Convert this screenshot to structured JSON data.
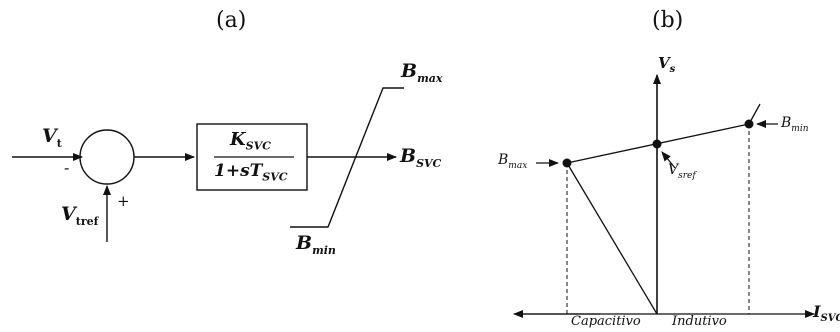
{
  "panels": {
    "a_label": "(a)",
    "b_label": "(b)"
  },
  "block_diagram": {
    "input_signal": "V",
    "input_signal_sub": "t",
    "reference_signal": "V",
    "reference_signal_sub": "tref",
    "minus_sign": "-",
    "plus_sign": "+",
    "transfer_numerator": "K",
    "transfer_numerator_sub": "SVC",
    "transfer_denominator_prefix": "1+sT",
    "transfer_denominator_sub": "SVC",
    "output_signal": "B",
    "output_signal_sub": "SVC",
    "limiter_max": "B",
    "limiter_max_sub": "max",
    "limiter_min": "B",
    "limiter_min_sub": "min"
  },
  "characteristic": {
    "y_axis": "V",
    "y_axis_sub": "s",
    "x_axis": "I",
    "x_axis_sub": "SVC",
    "bmax_label": "B",
    "bmax_sub": "max",
    "bmin_label": "B",
    "bmin_sub": "min",
    "vsref_label": "V",
    "vsref_sub": "sref",
    "region_left": "Capacitivo",
    "region_right": "Indutivo"
  },
  "colors": {
    "ink": "#111111"
  }
}
